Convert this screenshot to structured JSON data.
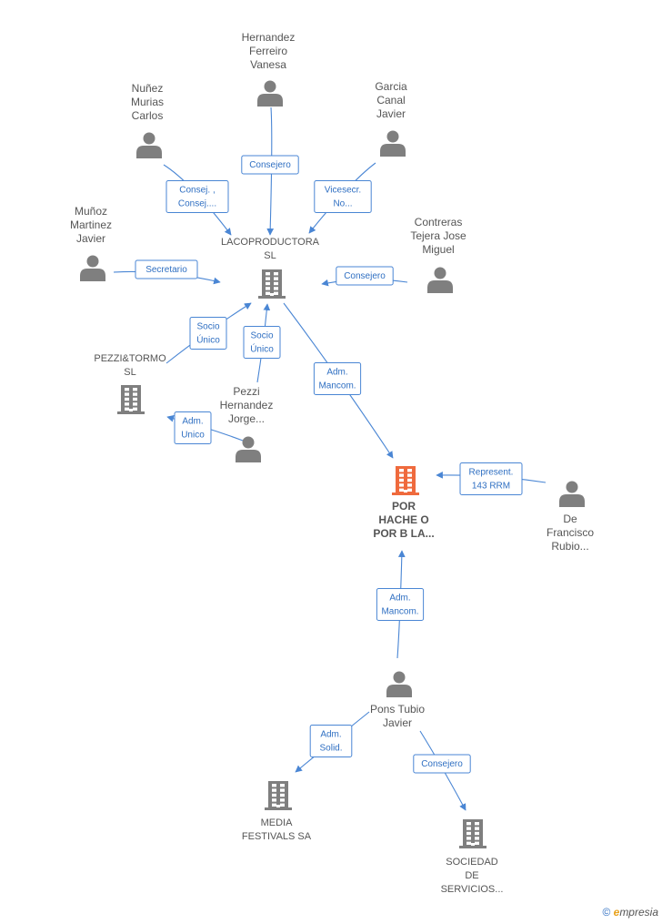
{
  "nodes": [
    {
      "id": "hernandez",
      "type": "person",
      "lines": [
        "Hernandez",
        "Ferreiro",
        "Vanesa"
      ]
    },
    {
      "id": "nunez",
      "type": "person",
      "lines": [
        "Nuñez",
        "Murias",
        "Carlos"
      ]
    },
    {
      "id": "garcia",
      "type": "person",
      "lines": [
        "Garcia",
        "Canal",
        "Javier"
      ]
    },
    {
      "id": "munoz",
      "type": "person",
      "lines": [
        "Muñoz",
        "Martinez",
        "Javier"
      ]
    },
    {
      "id": "contreras",
      "type": "person",
      "lines": [
        "Contreras",
        "Tejera Jose",
        "Miguel"
      ]
    },
    {
      "id": "laco",
      "type": "company",
      "lines": [
        "LACOPRODUCTORA",
        "SL"
      ]
    },
    {
      "id": "pezzitormo",
      "type": "company",
      "lines": [
        "PEZZI&TORMO",
        "SL"
      ]
    },
    {
      "id": "pezzi",
      "type": "person",
      "lines": [
        "Pezzi",
        "Hernandez",
        "Jorge..."
      ]
    },
    {
      "id": "porhache",
      "type": "company",
      "focus": true,
      "lines": [
        "POR",
        "HACHE O",
        "POR B LA..."
      ]
    },
    {
      "id": "defrancisco",
      "type": "person",
      "lines": [
        "De",
        "Francisco",
        "Rubio..."
      ]
    },
    {
      "id": "pons",
      "type": "person",
      "lines": [
        "Pons Tubio",
        "Javier"
      ]
    },
    {
      "id": "media",
      "type": "company",
      "lines": [
        "MEDIA",
        "FESTIVALS SA"
      ]
    },
    {
      "id": "sociedad",
      "type": "company",
      "lines": [
        "SOCIEDAD",
        "DE",
        "SERVICIOS..."
      ]
    }
  ],
  "edges": [
    {
      "from": "hernandez",
      "to": "laco",
      "label": [
        "Consejero"
      ]
    },
    {
      "from": "nunez",
      "to": "laco",
      "label": [
        "Consej. ,",
        "Consej...."
      ]
    },
    {
      "from": "garcia",
      "to": "laco",
      "label": [
        "Vicesecr.",
        "No..."
      ]
    },
    {
      "from": "munoz",
      "to": "laco",
      "label": [
        "Secretario"
      ]
    },
    {
      "from": "contreras",
      "to": "laco",
      "label": [
        "Consejero"
      ]
    },
    {
      "from": "pezzitormo",
      "to": "laco",
      "label": [
        "Socio",
        "Único"
      ]
    },
    {
      "from": "pezzi",
      "to": "laco",
      "label": [
        "Socio",
        "Único"
      ]
    },
    {
      "from": "pezzi",
      "to": "pezzitormo",
      "label": [
        "Adm.",
        "Unico"
      ]
    },
    {
      "from": "laco",
      "to": "porhache",
      "label": [
        "Adm.",
        "Mancom."
      ]
    },
    {
      "from": "defrancisco",
      "to": "porhache",
      "label": [
        "Represent.",
        "143 RRM"
      ]
    },
    {
      "from": "pons",
      "to": "porhache",
      "label": [
        "Adm.",
        "Mancom."
      ]
    },
    {
      "from": "pons",
      "to": "media",
      "label": [
        "Adm.",
        "Solid."
      ]
    },
    {
      "from": "pons",
      "to": "sociedad",
      "label": [
        "Consejero"
      ]
    }
  ],
  "footer": {
    "copyright": "©",
    "brand_e": "e",
    "brand_rest": "mpresia"
  },
  "colors": {
    "edge": "#4a86d4",
    "icon": "#7f7f7f",
    "focus": "#ef6a3d"
  }
}
